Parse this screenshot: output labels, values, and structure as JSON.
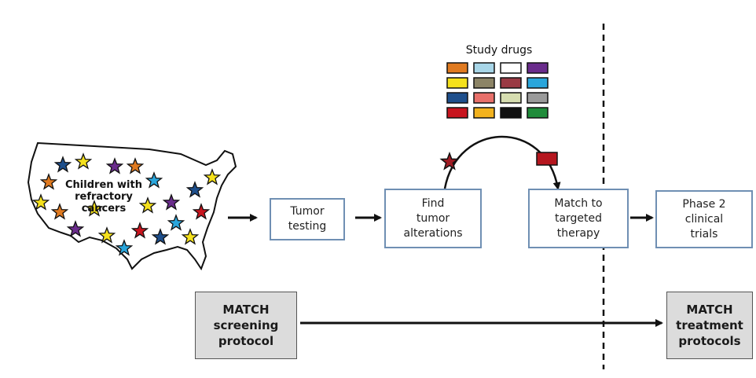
{
  "map": {
    "label": "Children with\nrefractory\ncancers"
  },
  "study_drugs": {
    "title": "Study drugs",
    "swatch_colors": [
      [
        "#e07a20",
        "#a8d6e8",
        "#ffffff",
        "#6a2c8c"
      ],
      [
        "#f5e11c",
        "#8c8466",
        "#9a3a44",
        "#2aa6dc"
      ],
      [
        "#1e4f8c",
        "#e8706a",
        "#d6ddb0",
        "#9a9a9a"
      ],
      [
        "#c8141e",
        "#f2b21e",
        "#111111",
        "#1f8c3a"
      ]
    ]
  },
  "steps": {
    "tumor_testing": "Tumor\ntesting",
    "find_alterations": "Find\ntumor\nalterations",
    "match_therapy": "Match to\ntargeted\ntherapy",
    "phase2": "Phase 2\nclinical\ntrials"
  },
  "protocols": {
    "screening": "MATCH\nscreening\nprotocol",
    "treatment": "MATCH\ntreatment\nprotocols"
  },
  "star_colors": {
    "alteration_star": "#a01c24",
    "drug_block": "#b5161e"
  },
  "map_stars": [
    {
      "color": "#1e4f8c"
    },
    {
      "color": "#f5e11c"
    },
    {
      "color": "#6a2c8c"
    },
    {
      "color": "#e07a20"
    },
    {
      "color": "#2aa6dc"
    },
    {
      "color": "#e07a20"
    },
    {
      "color": "#f5e11c"
    },
    {
      "color": "#1e4f8c"
    },
    {
      "color": "#f5e11c"
    },
    {
      "color": "#6a2c8c"
    },
    {
      "color": "#c8141e"
    },
    {
      "color": "#f5e11c"
    },
    {
      "color": "#6a2c8c"
    },
    {
      "color": "#f5e11c"
    },
    {
      "color": "#c8141e"
    },
    {
      "color": "#1e4f8c"
    },
    {
      "color": "#2aa6dc"
    },
    {
      "color": "#f5e11c"
    },
    {
      "color": "#2aa6dc"
    },
    {
      "color": "#e07a20"
    },
    {
      "color": "#f5e11c"
    }
  ]
}
